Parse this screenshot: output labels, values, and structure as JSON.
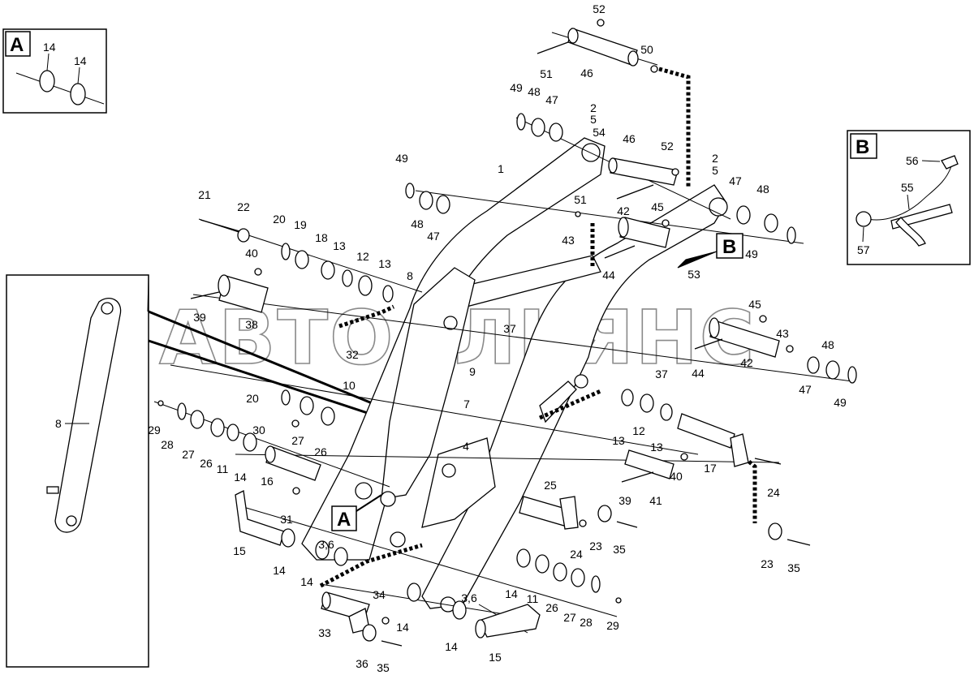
{
  "watermark": "АВТОАЛЬЯНС",
  "callouts": {
    "a": "A",
    "b": "B"
  },
  "inset_a": {
    "title": "A",
    "labels": [
      "14",
      "14"
    ]
  },
  "inset_b": {
    "title": "B",
    "labels": [
      "56",
      "55",
      "57"
    ]
  },
  "inset_8": {
    "label": "8"
  },
  "part_labels": [
    {
      "id": "p52a",
      "text": "52"
    },
    {
      "id": "p50",
      "text": "50"
    },
    {
      "id": "p51a",
      "text": "51"
    },
    {
      "id": "p46a",
      "text": "46"
    },
    {
      "id": "p49a",
      "text": "49"
    },
    {
      "id": "p48a",
      "text": "48"
    },
    {
      "id": "p47a",
      "text": "47"
    },
    {
      "id": "p2a",
      "text": "2"
    },
    {
      "id": "p5a",
      "text": "5"
    },
    {
      "id": "p54",
      "text": "54"
    },
    {
      "id": "p46b",
      "text": "46"
    },
    {
      "id": "p52b",
      "text": "52"
    },
    {
      "id": "p2b",
      "text": "2"
    },
    {
      "id": "p5b",
      "text": "5"
    },
    {
      "id": "p47b",
      "text": "47"
    },
    {
      "id": "p48b",
      "text": "48"
    },
    {
      "id": "p49b",
      "text": "49"
    },
    {
      "id": "p1",
      "text": "1"
    },
    {
      "id": "p49c",
      "text": "49"
    },
    {
      "id": "p48c",
      "text": "48"
    },
    {
      "id": "p47c",
      "text": "47"
    },
    {
      "id": "p51b",
      "text": "51"
    },
    {
      "id": "p45a",
      "text": "45"
    },
    {
      "id": "p42a",
      "text": "42"
    },
    {
      "id": "p43a",
      "text": "43"
    },
    {
      "id": "p44a",
      "text": "44"
    },
    {
      "id": "p53",
      "text": "53"
    },
    {
      "id": "p21",
      "text": "21"
    },
    {
      "id": "p22",
      "text": "22"
    },
    {
      "id": "p20a",
      "text": "20"
    },
    {
      "id": "p19",
      "text": "19"
    },
    {
      "id": "p18",
      "text": "18"
    },
    {
      "id": "p13a",
      "text": "13"
    },
    {
      "id": "p12a",
      "text": "12"
    },
    {
      "id": "p13b",
      "text": "13"
    },
    {
      "id": "p40a",
      "text": "40"
    },
    {
      "id": "p8",
      "text": "8"
    },
    {
      "id": "p39a",
      "text": "39"
    },
    {
      "id": "p38",
      "text": "38"
    },
    {
      "id": "p37a",
      "text": "37"
    },
    {
      "id": "p32",
      "text": "32"
    },
    {
      "id": "p9",
      "text": "9"
    },
    {
      "id": "p10",
      "text": "10"
    },
    {
      "id": "p7",
      "text": "7"
    },
    {
      "id": "p45b",
      "text": "45"
    },
    {
      "id": "p43b",
      "text": "43"
    },
    {
      "id": "p42b",
      "text": "42"
    },
    {
      "id": "p44b",
      "text": "44"
    },
    {
      "id": "p37b",
      "text": "37"
    },
    {
      "id": "p48d",
      "text": "48"
    },
    {
      "id": "p47d",
      "text": "47"
    },
    {
      "id": "p49d",
      "text": "49"
    },
    {
      "id": "p20b",
      "text": "20"
    },
    {
      "id": "p29a",
      "text": "29"
    },
    {
      "id": "p28a",
      "text": "28"
    },
    {
      "id": "p27a",
      "text": "27"
    },
    {
      "id": "p26a",
      "text": "26"
    },
    {
      "id": "p11a",
      "text": "11"
    },
    {
      "id": "p14a",
      "text": "14"
    },
    {
      "id": "p30",
      "text": "30"
    },
    {
      "id": "p27b",
      "text": "27"
    },
    {
      "id": "p26b",
      "text": "26"
    },
    {
      "id": "p16",
      "text": "16"
    },
    {
      "id": "p31",
      "text": "31"
    },
    {
      "id": "p4",
      "text": "4"
    },
    {
      "id": "p13c",
      "text": "13"
    },
    {
      "id": "p12b",
      "text": "12"
    },
    {
      "id": "p13d",
      "text": "13"
    },
    {
      "id": "p40b",
      "text": "40"
    },
    {
      "id": "p39b",
      "text": "39"
    },
    {
      "id": "p41",
      "text": "41"
    },
    {
      "id": "p17",
      "text": "17"
    },
    {
      "id": "p24a",
      "text": "24"
    },
    {
      "id": "p25",
      "text": "25"
    },
    {
      "id": "p23a",
      "text": "23"
    },
    {
      "id": "p35a",
      "text": "35"
    },
    {
      "id": "p24b",
      "text": "24"
    },
    {
      "id": "p15a",
      "text": "15"
    },
    {
      "id": "p14b",
      "text": "14"
    },
    {
      "id": "p36a",
      "text": "3,6"
    },
    {
      "id": "p14c",
      "text": "14"
    },
    {
      "id": "p23b",
      "text": "23"
    },
    {
      "id": "p35b",
      "text": "35"
    },
    {
      "id": "p14d",
      "text": "14"
    },
    {
      "id": "p11b",
      "text": "11"
    },
    {
      "id": "p26c",
      "text": "26"
    },
    {
      "id": "p27c",
      "text": "27"
    },
    {
      "id": "p28b",
      "text": "28"
    },
    {
      "id": "p29b",
      "text": "29"
    },
    {
      "id": "p34",
      "text": "34"
    },
    {
      "id": "p33",
      "text": "33"
    },
    {
      "id": "p14e",
      "text": "14"
    },
    {
      "id": "p36b",
      "text": "3,6"
    },
    {
      "id": "p14f",
      "text": "14"
    },
    {
      "id": "p15b",
      "text": "15"
    },
    {
      "id": "p36c",
      "text": "36"
    },
    {
      "id": "p35c",
      "text": "35"
    }
  ]
}
